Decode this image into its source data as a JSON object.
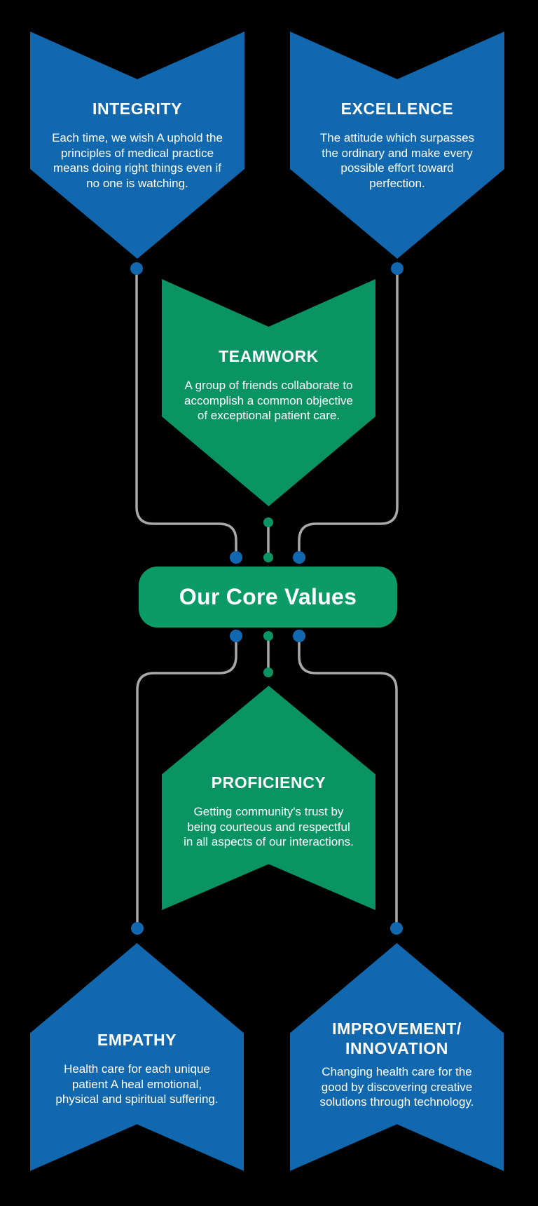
{
  "colors": {
    "blue": "#1268AF",
    "green": "#0A9463",
    "box_green": "#0A9B67",
    "connector": "#A9A9AB",
    "text": "#FFFFFF",
    "background": "#000000"
  },
  "center_box": {
    "label": "Our Core Values"
  },
  "values": [
    {
      "key": "integrity",
      "title": "INTEGRITY",
      "description": [
        "Each time, we wish A uphold the",
        "principles of medical practice",
        "means doing right things even if",
        "no one is watching."
      ]
    },
    {
      "key": "excellence",
      "title": "EXCELLENCE",
      "description": [
        "The attitude which surpasses",
        "the ordinary and make every",
        "possible effort toward",
        "perfection."
      ]
    },
    {
      "key": "teamwork",
      "title": "TEAMWORK",
      "description": [
        "A group of friends collaborate to",
        "accomplish a common objective",
        "of exceptional patient care."
      ]
    },
    {
      "key": "proficiency",
      "title": "PROFICIENCY",
      "description": [
        "Getting community's trust by",
        "being courteous and respectful",
        "in all aspects of our interactions."
      ]
    },
    {
      "key": "empathy",
      "title": "EMPATHY",
      "description": [
        "Health care for each unique",
        "patient A heal emotional,",
        "physical and spiritual suffering."
      ]
    },
    {
      "key": "improvement_innovation",
      "title": [
        "IMPROVEMENT/",
        "INNOVATION"
      ],
      "description": [
        "Changing health care for the",
        "good by discovering creative",
        "solutions through technology."
      ]
    }
  ]
}
